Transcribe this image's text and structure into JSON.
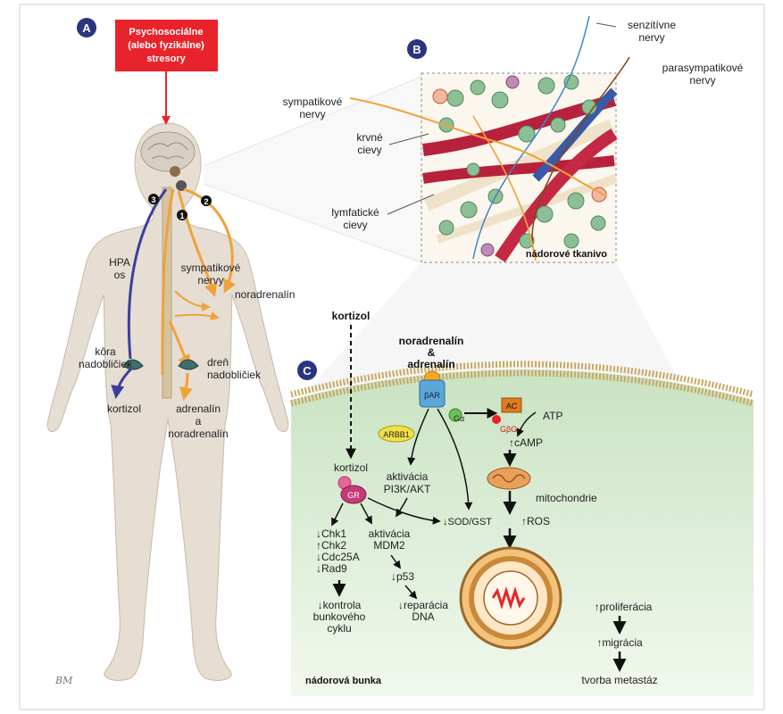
{
  "panels": {
    "a": "A",
    "b": "B",
    "c": "C"
  },
  "stressor": {
    "line1": "Psychosociálne",
    "line2": "(alebo fyzikálne)",
    "line3": "stresory"
  },
  "body_labels": {
    "n1": "1",
    "n2": "2",
    "n3": "3",
    "hpa1": "HPA",
    "hpa2": "os",
    "symp1": "sympatikové",
    "symp2": "nervy",
    "noradrenalin": "noradrenalín",
    "kora1": "kôra",
    "kora2": "nadobličiek",
    "dren1": "dreň",
    "dren2": "nadobličiek",
    "kortizol": "kortizol",
    "adr1": "adrenalín",
    "adr2": "a",
    "adr3": "noradrenalín",
    "signature": "BM"
  },
  "tissue_labels": {
    "senz1": "senzitívne",
    "senz2": "nervy",
    "para1": "parasympatikové",
    "para2": "nervy",
    "symp1": "sympatikové",
    "symp2": "nervy",
    "krv1": "krvné",
    "krv2": "cievy",
    "lymf1": "lymfatické",
    "lymf2": "cievy",
    "tissue": "nádorové tkanivo"
  },
  "cell_labels": {
    "kortizol_top": "kortizol",
    "na1": "noradrenalín",
    "na2": "&",
    "na3": "adrenalín",
    "bar": "βAR",
    "ga": "Gα",
    "ac": "AC",
    "gbg": "GβGγ",
    "atp": "ATP",
    "arbb1": "ARBB1",
    "camp": "↑cAMP",
    "kortizol_cell": "kortizol",
    "gr": "GR",
    "akt1": "aktivácia",
    "akt2": "PI3K/AKT",
    "mito": "mitochondrie",
    "ros": "↑ROS",
    "sod": "↓SOD/GST",
    "chk1": "↓Chk1",
    "chk2": "↑Chk2",
    "cdc": "↓Cdc25A",
    "rad": "↓Rad9",
    "mdm1": "aktivácia",
    "mdm2": "MDM2",
    "p53": "↓p53",
    "kontrola1": "↓kontrola",
    "kontrola2": "bunkového",
    "kontrola3": "cyklu",
    "rep1": "↓reparácia",
    "rep2": "DNA",
    "prolif": "↑proliferácia",
    "migr": "↑migrácia",
    "metast": "tvorba metastáz",
    "cell": "nádorová bunka"
  },
  "colors": {
    "red": "#e8232b",
    "orange": "#f0a23a",
    "blue": "#3c3f9a",
    "green": "#d8ecd2",
    "navy": "#2a3580"
  }
}
